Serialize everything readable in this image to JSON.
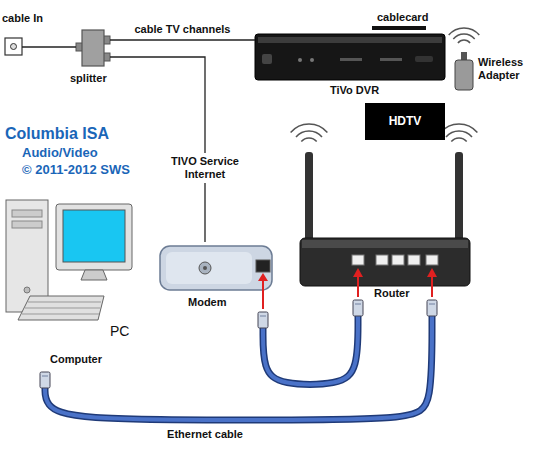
{
  "diagram": {
    "nodes": [
      {
        "text": [
          "cable In"
        ]
      },
      {
        "text": [
          "splitter"
        ]
      },
      {
        "text": [
          "TiVo DVR"
        ]
      },
      {
        "text": [
          "Wireless Adapter"
        ]
      },
      {
        "text": [
          "HDTV"
        ]
      },
      {
        "text": [
          "Modem"
        ]
      },
      {
        "text": [
          "Router"
        ]
      },
      {
        "text": [
          "PC",
          "Computer"
        ]
      }
    ],
    "edges": [
      {
        "from": 0,
        "to": 1,
        "arrow": "none"
      },
      {
        "from": 1,
        "to": 2,
        "label": "cable TV channels",
        "arrow": "none"
      },
      {
        "from": 1,
        "to": 5,
        "label": "TIVO Service Internet",
        "arrow": "none"
      },
      {
        "from": 5,
        "to": 6,
        "arrow": "none"
      },
      {
        "from": 6,
        "to": 7,
        "label": "Ethernet cable",
        "arrow": "none"
      }
    ],
    "labels": [
      "cablecard",
      "Columbia ISA",
      "Audio/Video",
      "© 2011-2012 SWS"
    ]
  }
}
